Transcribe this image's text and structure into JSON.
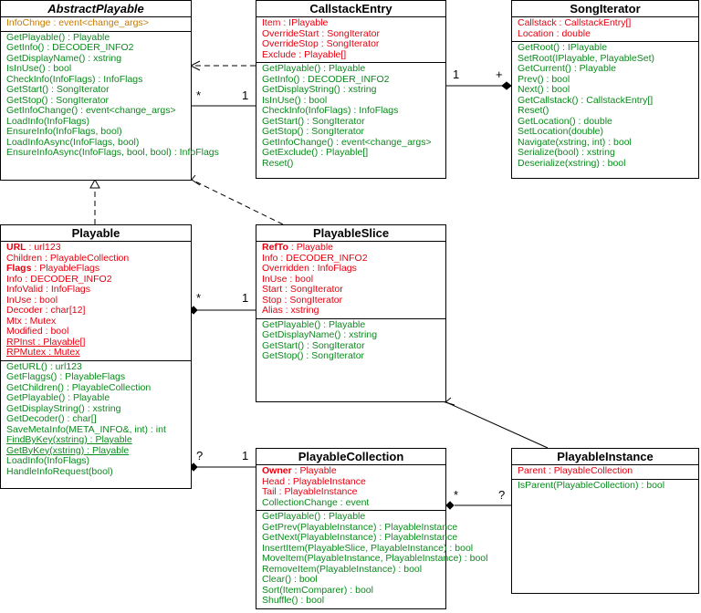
{
  "classes": {
    "abstractPlayable": {
      "name": "AbstractPlayable",
      "attributes": [
        "InfoChnge : event<change_args>"
      ],
      "methods": [
        "GetPlayable() : Playable",
        "GetInfo() : DECODER_INFO2",
        "GetDisplayName() : xstring",
        "IsInUse() : bool",
        "CheckInfo(InfoFlags) : InfoFlags",
        "GetStart() : SongIterator",
        "GetStop() : SongIterator",
        "GetInfoChange() : event<change_args>",
        "LoadInfo(InfoFlags)",
        "EnsureInfo(InfoFlags, bool)",
        "LoadInfoAsync(InfoFlags, bool)",
        "EnsureInfoAsync(InfoFlags, bool, bool) : InfoFlags"
      ]
    },
    "callstackEntry": {
      "name": "CallstackEntry",
      "attributes": [
        "Item : IPlayable",
        "OverrideStart : SongIterator",
        "OverrideStop : SongIterator",
        "Exclude : Playable[]"
      ],
      "methods": [
        "GetPlayable() : Playable",
        "GetInfo() : DECODER_INFO2",
        "GetDisplayString() : xstring",
        "IsInUse() : bool",
        "CheckInfo(InfoFlags) : InfoFlags",
        "GetStart() : SongIterator",
        "GetStop() : SongIterator",
        "GetInfoChange() : event<change_args>",
        "GetExclude() : Playable[]",
        "Reset()"
      ]
    },
    "songIterator": {
      "name": "SongIterator",
      "attributes": [
        "Callstack : CallstackEntry[]",
        "Location : double"
      ],
      "methods": [
        "GetRoot() : IPlayable",
        "SetRoot(IPlayable, PlayableSet)",
        "GetCurrent() : Playable",
        "Prev() : bool",
        "Next() : bool",
        "GetCallstack() : CallstackEntry[]",
        "Reset()",
        "GetLocation() : double",
        "SetLocation(double)",
        "Navigate(xstring, int) : bool",
        "Serialize(bool) : xstring",
        "Deserialize(xstring) : bool"
      ]
    },
    "playable": {
      "name": "Playable",
      "attributes": [
        {
          "bold": "URL",
          "rest": " : url123"
        },
        {
          "bold": "",
          "rest": "Children : PlayableCollection"
        },
        {
          "bold": "Flags",
          "rest": " : PlayableFlags"
        },
        {
          "bold": "",
          "rest": "Info : DECODER_INFO2"
        },
        {
          "bold": "",
          "rest": "InfoValid : InfoFlags"
        },
        {
          "bold": "",
          "rest": "InUse : bool"
        },
        {
          "bold": "",
          "rest": "Decoder : char[12]"
        },
        {
          "bold": "",
          "rest": "Mtx : Mutex"
        },
        {
          "bold": "",
          "rest": "Modified : bool"
        },
        {
          "bold": "",
          "rest": "RPInst : Playable[]"
        },
        {
          "bold": "",
          "rest": "RPMutex : Mutex"
        }
      ],
      "methods": [
        "GetURL() : url123",
        "GetFlaggs() : PlayableFlags",
        "GetChildren() : PlayableCollection",
        "GetPlayable() : Playable",
        "GetDisplayString() : xstring",
        "GetDecoder() : char[]",
        "SaveMetaInfo(META_INFO&, int) : int",
        "FindByKey(xstring) : Playable",
        "GetByKey(xstring) : Playable",
        "LoadInfo(InfoFlags)",
        "HandleInfoRequest(bool)"
      ]
    },
    "playableSlice": {
      "name": "PlayableSlice",
      "attributes": [
        {
          "bold": "RefTo",
          "rest": " : Playable"
        },
        {
          "bold": "",
          "rest": "Info : DECODER_INFO2"
        },
        {
          "bold": "",
          "rest": "Overridden : InfoFlags"
        },
        {
          "bold": "",
          "rest": "InUse : bool"
        },
        {
          "bold": "",
          "rest": "Start : SongIterator"
        },
        {
          "bold": "",
          "rest": "Stop : SongIterator"
        },
        {
          "bold": "",
          "rest": "Alias : xstring"
        }
      ],
      "methods": [
        "GetPlayable() : Playable",
        "GetDisplayName() : xstring",
        "GetStart() : SongIterator",
        "GetStop() : SongIterator"
      ]
    },
    "playableCollection": {
      "name": "PlayableCollection",
      "attributes": [
        {
          "bold": "Owner",
          "rest": " : Playable"
        },
        {
          "bold": "",
          "rest": "Head : PlayableInstance"
        },
        {
          "bold": "",
          "rest": "Tail : PlayableInstance"
        }
      ],
      "attributes_green": [
        "CollectionChange : event"
      ],
      "methods": [
        "GetPlayable() : Playable",
        "GetPrev(PlayableInstance) : PlayableInstance",
        "GetNext(PlayableInstance) : PlayableInstance",
        "InsertItem(PlayableSlice, PlayableInstance) : bool",
        "MoveItem(PlayableInstance, PlayableInstance) : bool",
        "RemoveItem(PlayableInstance) : bool",
        "Clear() : bool",
        "Sort(ItemComparer) : bool",
        "Shuffle() : bool"
      ]
    },
    "playableInstance": {
      "name": "PlayableInstance",
      "attributes": [
        "Parent : PlayableCollection"
      ],
      "methods": [
        "IsParent(PlayableCollection) : bool"
      ]
    }
  },
  "multiplicities": {
    "callstack_star": "*",
    "callstack_one": "1",
    "song_one": "1",
    "song_plus": "+",
    "playable_star": "*",
    "playable_one": "1",
    "coll_q": "?",
    "coll_one": "1",
    "inst_star": "*",
    "inst_q": "?"
  },
  "colors": {
    "attribute": "#e8000f",
    "method": "#0a8a1c",
    "event": "#c67a00"
  }
}
